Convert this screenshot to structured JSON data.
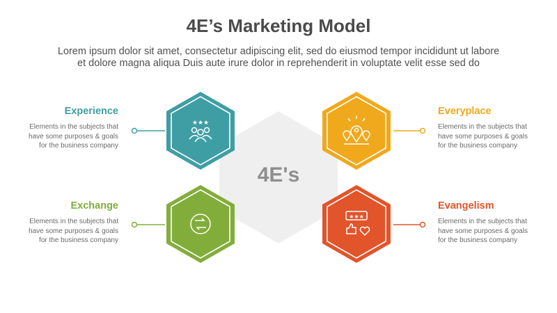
{
  "header": {
    "title": "4E’s Marketing Model",
    "subtitle_line1": "Lorem ipsum dolor sit amet, consectetur adipiscing elit, sed do eiusmod tempor incididunt ut labore",
    "subtitle_line2": "et dolore magna aliqua Duis aute irure dolor in reprehenderit in voluptate velit esse sed do"
  },
  "center": {
    "label": "4E's",
    "color": "#efefef"
  },
  "items": [
    {
      "title": "Experience",
      "desc1": "Elements in the subjects that",
      "desc2": "have  some purposes & goals",
      "desc3": "for the  business company",
      "color": "#3f9ea4",
      "icon": "group-rating-icon"
    },
    {
      "title": "Everyplace",
      "desc1": "Elements in the subjects that",
      "desc2": "have  some purposes & goals",
      "desc3": "for the  business company",
      "color": "#f0a81c",
      "icon": "location-pins-icon"
    },
    {
      "title": "Exchange",
      "desc1": "Elements in the subjects that",
      "desc2": "have  some purposes & goals",
      "desc3": "for the  business company",
      "color": "#82ad3b",
      "icon": "exchange-arrows-icon"
    },
    {
      "title": "Evangelism",
      "desc1": "Elements in the subjects that",
      "desc2": "have  some purposes & goals",
      "desc3": "for the  business company",
      "color": "#e2542a",
      "icon": "review-thumbs-heart-icon"
    }
  ]
}
